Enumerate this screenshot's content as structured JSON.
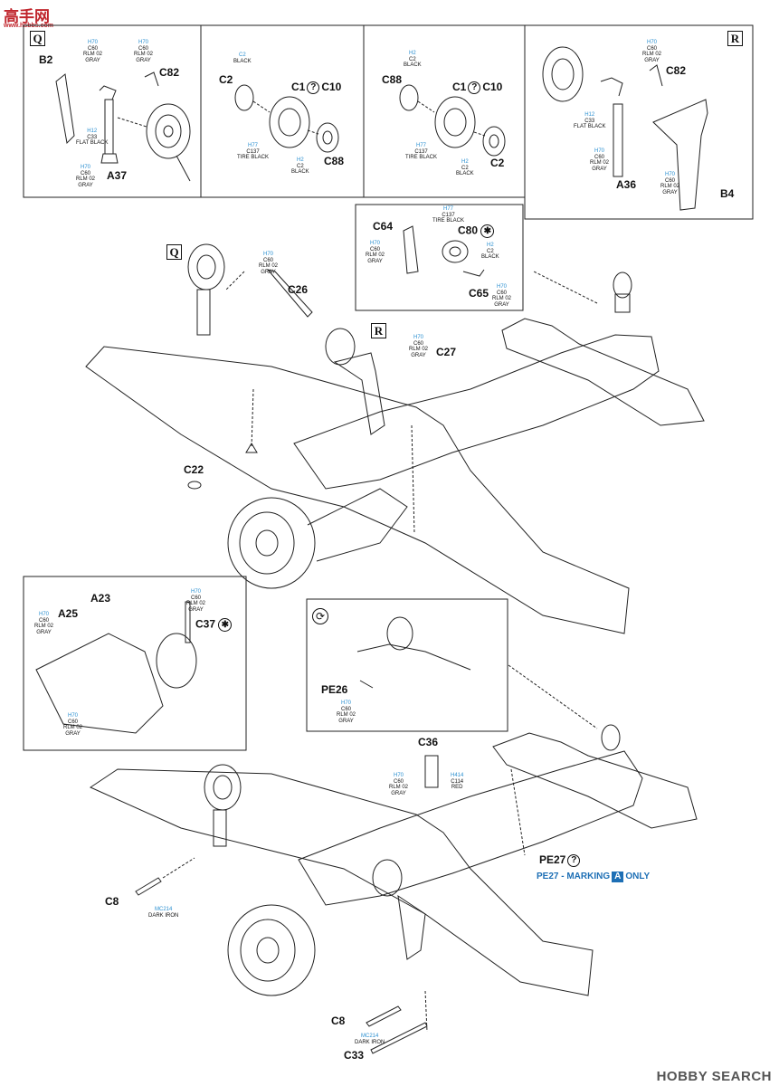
{
  "watermark": {
    "top_chars": "高手网",
    "top_url": "www.hsbbs.com",
    "bottom": "HOBBY SEARCH"
  },
  "boxes": {
    "q": "Q",
    "r": "R"
  },
  "symbols": {
    "question": "?",
    "star": "✱",
    "cycle": "⟳"
  },
  "parts": {
    "b2": "B2",
    "c82a": "C82",
    "a37": "A37",
    "c2a": "C2",
    "c1a": "C1",
    "c10a": "C10",
    "c88a": "C88",
    "c88b": "C88",
    "c1b": "C1",
    "c10b": "C10",
    "c2b": "C2",
    "c82b": "C82",
    "a36": "A36",
    "b4": "B4",
    "c26": "C26",
    "c64": "C64",
    "c80": "C80",
    "c65": "C65",
    "c27": "C27",
    "c22": "C22",
    "a23": "A23",
    "a25": "A25",
    "c37": "C37",
    "pe26": "PE26",
    "c36": "C36",
    "pe27": "PE27",
    "c8a": "C8",
    "c8b": "C8",
    "c33": "C33"
  },
  "callouts": {
    "t1": {
      "code": "H70",
      "l1": "C60",
      "l2": "RLM 02",
      "l3": "GRAY"
    },
    "t2": {
      "code": "H70",
      "l1": "C60",
      "l2": "RLM 02",
      "l3": "GRAY"
    },
    "t3": {
      "code": "H12",
      "l1": "C33",
      "l2": "FLAT BLACK",
      "l3": ""
    },
    "t4": {
      "code": "H70",
      "l1": "C60",
      "l2": "RLM 02",
      "l3": "GRAY"
    },
    "t5": {
      "code": "C2",
      "l1": "BLACK",
      "l2": "",
      "l3": ""
    },
    "t6": {
      "code": "H77",
      "l1": "C137",
      "l2": "TIRE BLACK",
      "l3": ""
    },
    "t7": {
      "code": "H2",
      "l1": "C2",
      "l2": "BLACK",
      "l3": ""
    },
    "t8": {
      "code": "H2",
      "l1": "C2",
      "l2": "BLACK",
      "l3": ""
    },
    "t9": {
      "code": "H77",
      "l1": "C137",
      "l2": "TIRE BLACK",
      "l3": ""
    },
    "t10": {
      "code": "H2",
      "l1": "C2",
      "l2": "BLACK",
      "l3": ""
    },
    "t11": {
      "code": "H70",
      "l1": "C60",
      "l2": "RLM 02",
      "l3": "GRAY"
    },
    "t12": {
      "code": "H12",
      "l1": "C33",
      "l2": "FLAT BLACK",
      "l3": ""
    },
    "t13": {
      "code": "H70",
      "l1": "C60",
      "l2": "RLM 02",
      "l3": "GRAY"
    },
    "t14": {
      "code": "H70",
      "l1": "C60",
      "l2": "RLM 02",
      "l3": "GRAY"
    },
    "t15": {
      "code": "H77",
      "l1": "C137",
      "l2": "TIRE BLACK",
      "l3": ""
    },
    "t16": {
      "code": "H70",
      "l1": "C60",
      "l2": "RLM 02",
      "l3": "GRAY"
    },
    "t17": {
      "code": "H2",
      "l1": "C2",
      "l2": "BLACK",
      "l3": ""
    },
    "t18": {
      "code": "H70",
      "l1": "C60",
      "l2": "RLM 02",
      "l3": "GRAY"
    },
    "t19": {
      "code": "H70",
      "l1": "C60",
      "l2": "RLM 02",
      "l3": "GRAY"
    },
    "t20": {
      "code": "H70",
      "l1": "C60",
      "l2": "RLM 02",
      "l3": "GRAY"
    },
    "t21": {
      "code": "H70",
      "l1": "C60",
      "l2": "RLM 02",
      "l3": "GRAY"
    },
    "t22": {
      "code": "H70",
      "l1": "C60",
      "l2": "RLM 02",
      "l3": "GRAY"
    },
    "t23": {
      "code": "H70",
      "l1": "C60",
      "l2": "RLM 02",
      "l3": "GRAY"
    },
    "t24": {
      "code": "H70",
      "l1": "C60",
      "l2": "RLM 02",
      "l3": "GRAY"
    },
    "t25": {
      "code": "H70",
      "l1": "C60",
      "l2": "RLM 02",
      "l3": "GRAY"
    },
    "t26": {
      "code": "H414",
      "l1": "C114",
      "l2": "RED",
      "l3": ""
    },
    "t27": {
      "code": "MC214",
      "l1": "DARK IRON",
      "l2": "",
      "l3": ""
    },
    "t28": {
      "code": "MC214",
      "l1": "DARK IRON",
      "l2": "",
      "l3": ""
    }
  },
  "note": {
    "prefix": "PE27 - MARKING",
    "letter": "A",
    "suffix": "ONLY"
  }
}
